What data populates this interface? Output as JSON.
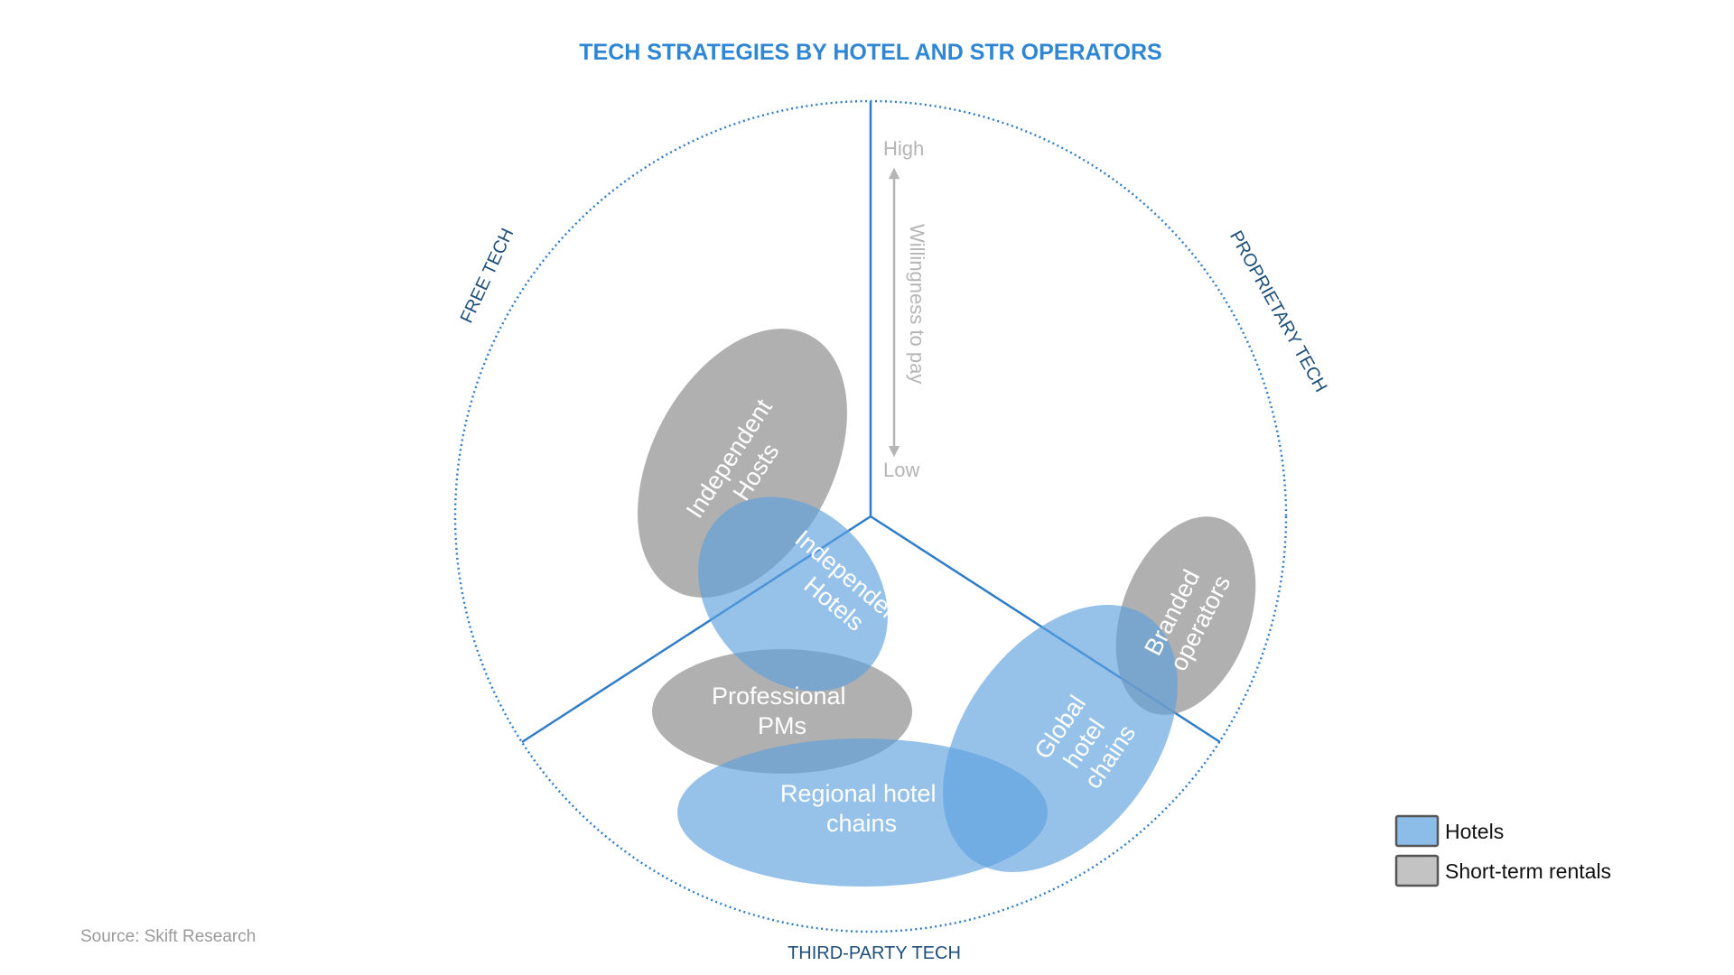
{
  "title": "TECH STRATEGIES BY HOTEL AND STR OPERATORS",
  "sectors": {
    "free": "FREE TECH",
    "proprietary": "PROPRIETARY TECH",
    "third_party": "THIRD-PARTY TECH"
  },
  "axis": {
    "high": "High",
    "low": "Low",
    "label": "Willingness to pay"
  },
  "segments": {
    "independent_hosts": [
      "Independent",
      "Hosts"
    ],
    "independent_hotels": [
      "Independent",
      "Hotels"
    ],
    "professional_pms": [
      "Professional",
      "PMs"
    ],
    "regional_hotel_chains": [
      "Regional hotel",
      "chains"
    ],
    "global_hotel_chains": [
      "Global",
      "hotel",
      "chains"
    ],
    "branded_operators": [
      "Branded",
      "operators"
    ]
  },
  "legend": {
    "hotels": "Hotels",
    "str": "Short-term rentals"
  },
  "source": "Source: Skift Research",
  "colors": {
    "title": "#2f86d3",
    "sector_text": "#1e4f7a",
    "divider": "#2f7cc8",
    "hotels_fill": "#5da2de",
    "str_fill": "#8e8e8e",
    "axis_text": "#b5b5b5",
    "label_text": "#ffffff",
    "source_text": "#9a9a9a"
  }
}
